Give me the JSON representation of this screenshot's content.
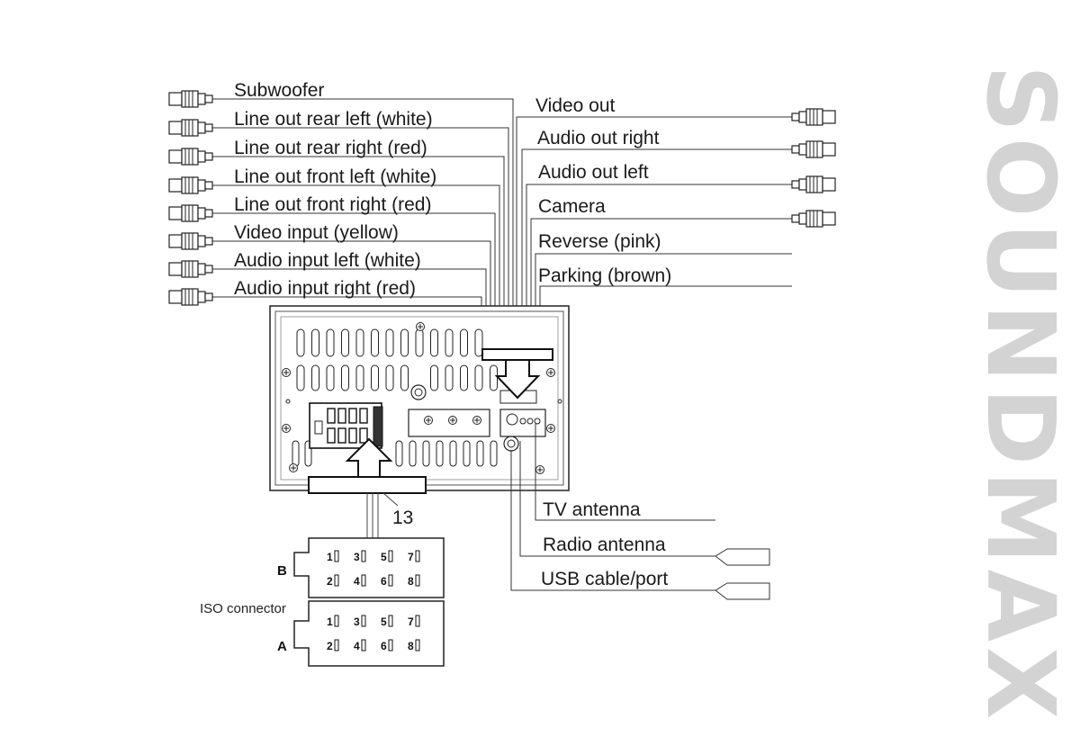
{
  "left_labels": [
    "Subwoofer",
    "Line out rear left (white)",
    "Line out rear right (red)",
    "Line out front left (white)",
    "Line out front right (red)",
    "Video input (yellow)",
    "Audio input left (white)",
    "Audio input right (red)"
  ],
  "right_labels": [
    "Video out",
    "Audio out right",
    "Audio out left",
    "Camera",
    "Reverse (pink)",
    "Parking (brown)"
  ],
  "bottom_labels": [
    "TV antenna",
    "Radio antenna",
    "USB cable/port"
  ],
  "harness_number": "13",
  "iso": {
    "title": "ISO connector",
    "block_b": "B",
    "block_a": "A",
    "pins_row1": [
      "1",
      "3",
      "5",
      "7"
    ],
    "pins_row2": [
      "2",
      "4",
      "6",
      "8"
    ]
  },
  "brand": "SOUNDMAX",
  "colors": {
    "line": "#333333",
    "brand": "#d3d3d3"
  }
}
